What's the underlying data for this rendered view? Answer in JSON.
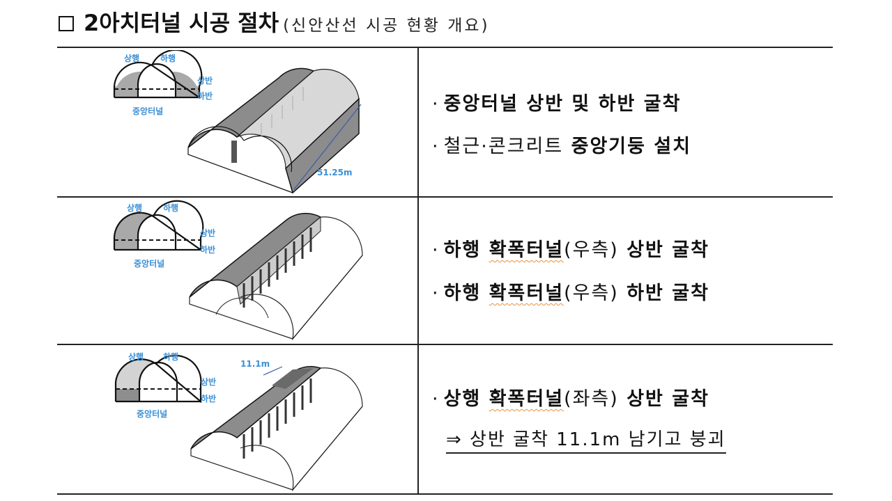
{
  "header": {
    "checkbox_icon": "empty-square",
    "title": "2아치터널 시공 절차",
    "subtitle": "(신안산선 시공 현황 개요)"
  },
  "colors": {
    "label_blue": "#3a8fd6",
    "rule": "#222222",
    "shade_dark": "#8a8a8a",
    "shade_light": "#c8c8c8",
    "spellcheck_underline": "#e8903a"
  },
  "diagram_labels": {
    "up_line": "상행",
    "down_line": "하행",
    "upper_half": "상반",
    "lower_half": "하반",
    "center_tunnel": "중앙터널"
  },
  "steps": [
    {
      "figure": {
        "dimension_label": "51.25m"
      },
      "lines": [
        {
          "bullet": "·",
          "text": "중앙터널 상반 및 하반 굴착"
        },
        {
          "bullet": "·",
          "text_a": "철근·콘크리트",
          "text_b": "중앙기둥 설치"
        }
      ]
    },
    {
      "figure": {},
      "lines": [
        {
          "bullet": "·",
          "pre": "하행",
          "sq": "확폭터널",
          "paren": "(우측)",
          "post": "상반 굴착"
        },
        {
          "bullet": "·",
          "pre": "하행",
          "sq": "확폭터널",
          "paren": "(우측)",
          "post": "하반 굴착"
        }
      ]
    },
    {
      "figure": {
        "dimension_label": "11.1m"
      },
      "lines": [
        {
          "bullet": "·",
          "pre": "상행",
          "sq": "확폭터널",
          "paren": "(좌측)",
          "post": "상반 굴착"
        }
      ],
      "note": "⇒ 상반 굴착 11.1m 남기고 붕괴"
    }
  ]
}
